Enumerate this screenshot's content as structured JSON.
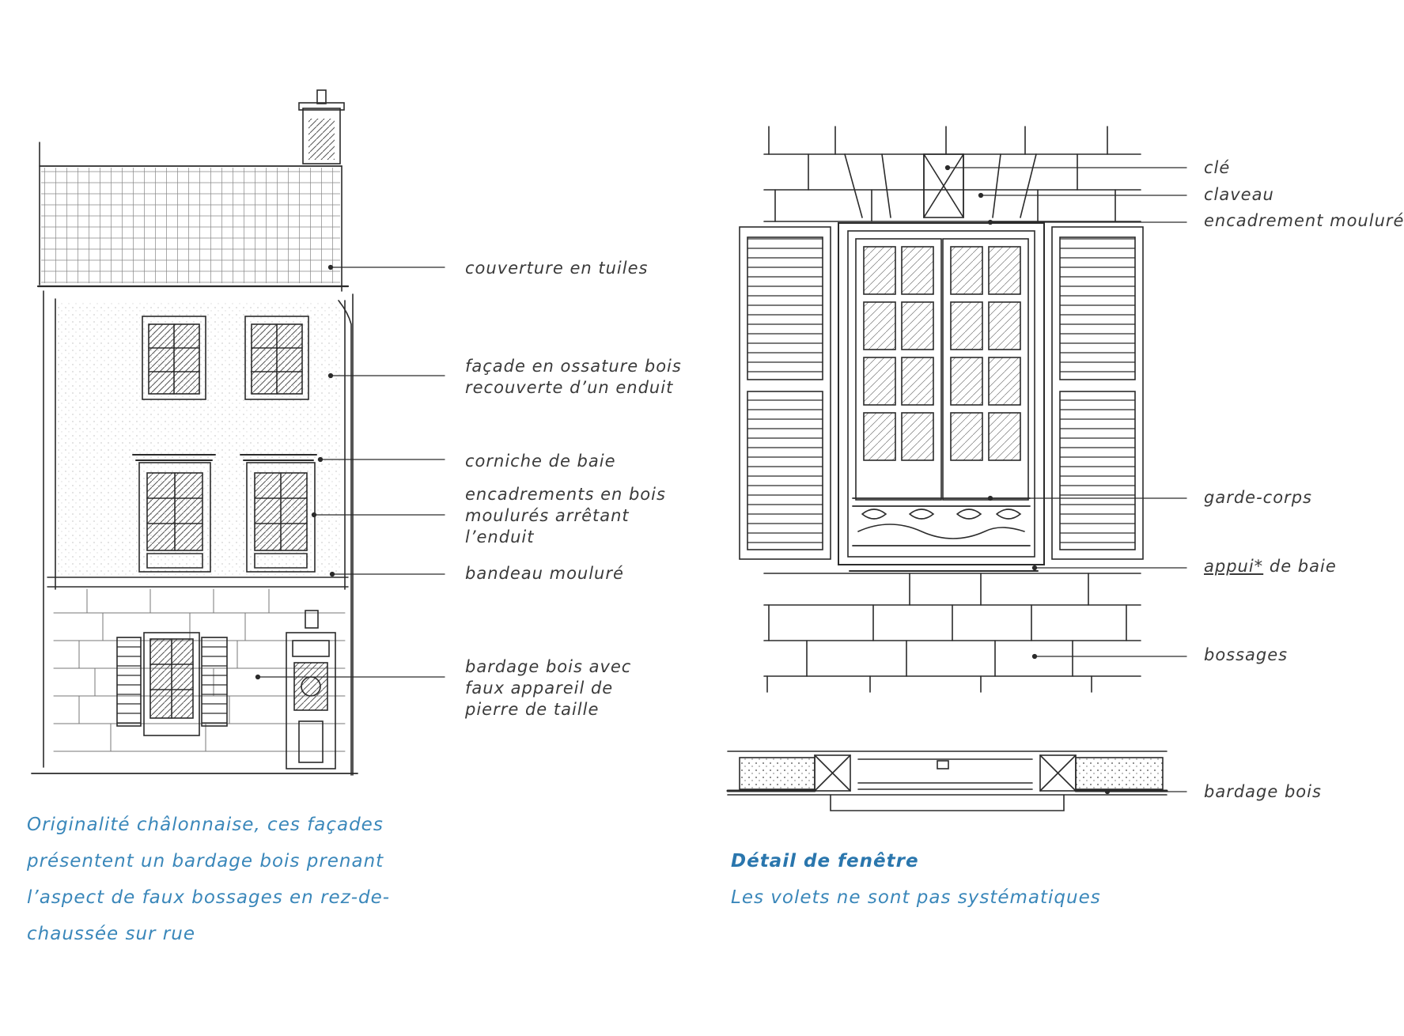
{
  "left_labels": {
    "couverture": "couverture en tuiles",
    "facade_1": "façade en ossature bois",
    "facade_2": "recouverte d’un enduit",
    "corniche": "corniche de baie",
    "encadrements_1": "encadrements en bois",
    "encadrements_2": "moulurés arrêtant",
    "encadrements_3": "l’enduit",
    "bandeau": "bandeau mouluré",
    "bardage_1": "bardage bois avec",
    "bardage_2": "faux appareil de",
    "bardage_3": "pierre de taille"
  },
  "left_caption": {
    "line1": "Originalité châlonnaise, ces façades",
    "line2": "présentent un bardage bois prenant",
    "line3": "l’aspect de faux bossages en rez-de-",
    "line4": "chaussée sur rue"
  },
  "right_labels": {
    "cle": "clé",
    "claveau": "claveau",
    "encadrement": "encadrement mouluré",
    "garde_corps": "garde-corps",
    "appui": "appui*",
    "appui_suffix": "de baie",
    "bossages": "bossages",
    "bardage_bois": "bardage bois"
  },
  "right_caption": {
    "title": "Détail de fenêtre",
    "subtitle": "Les volets ne sont pas systématiques"
  },
  "colors": {
    "ink": "#2b2b2b",
    "caption_blue": "#3a87ba",
    "title_blue": "#2a76ad"
  }
}
